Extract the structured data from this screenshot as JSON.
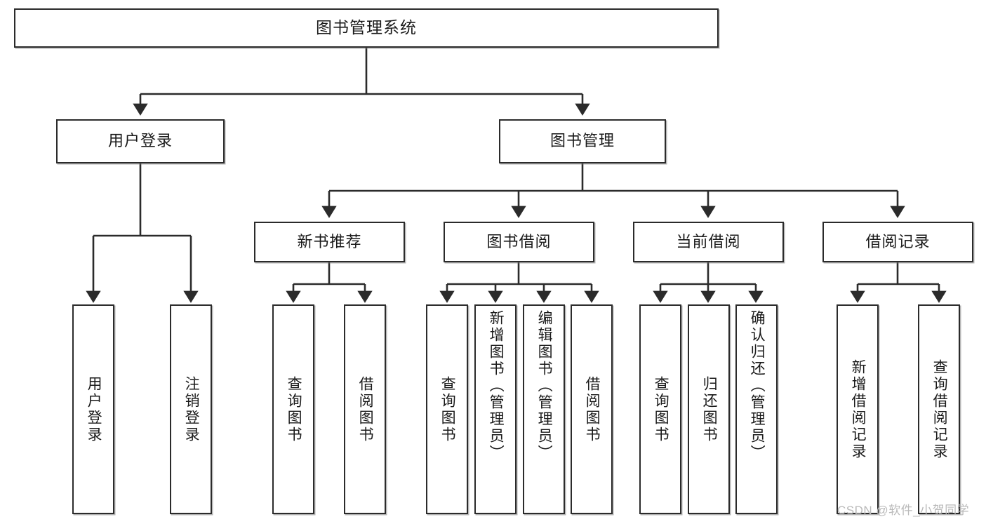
{
  "diagram": {
    "title_node": {
      "label": "图书管理系统"
    },
    "level2": [
      {
        "label": "用户登录"
      },
      {
        "label": "图书管理"
      }
    ],
    "level3": [
      {
        "label": "新书推荐"
      },
      {
        "label": "图书借阅"
      },
      {
        "label": "当前借阅"
      },
      {
        "label": "借阅记录"
      }
    ],
    "leaves": {
      "user_login": [
        {
          "label": "用户登录"
        },
        {
          "label": "注销登录"
        }
      ],
      "new_book_recommend": [
        {
          "label": "查询图书"
        },
        {
          "label": "借阅图书"
        }
      ],
      "book_borrow": [
        {
          "label": "查询图书"
        },
        {
          "label": "新增图书（管理员）"
        },
        {
          "label": "编辑图书（管理员）"
        },
        {
          "label": "借阅图书"
        }
      ],
      "current_borrow": [
        {
          "label": "查询图书"
        },
        {
          "label": "归还图书"
        },
        {
          "label": "确认归还（管理员）"
        }
      ],
      "borrow_record": [
        {
          "label": "新增借阅记录"
        },
        {
          "label": "查询借阅记录"
        }
      ]
    }
  },
  "watermark": {
    "text": "CSDN @软件_小贺同学"
  },
  "colors": {
    "stroke": "#2b2b2b",
    "fill": "#ffffff",
    "text": "#1a1a1a",
    "watermark": "#b9b9b9"
  }
}
